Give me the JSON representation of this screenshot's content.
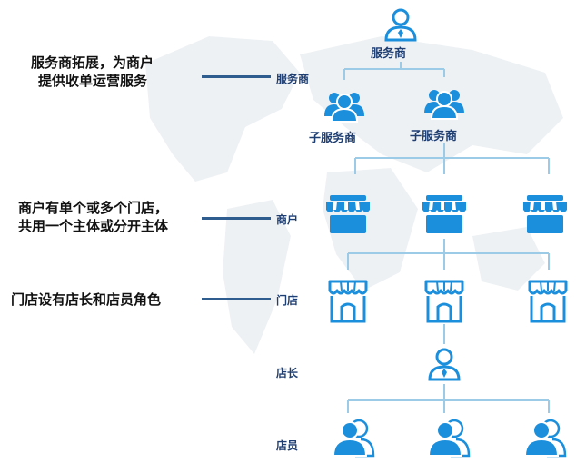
{
  "descriptions": {
    "service_provider": [
      "服务商拓展，为商户",
      "提供收单运营服务"
    ],
    "merchant": [
      "商户有单个或多个门店，",
      "共用一个主体或分开主体"
    ],
    "store": [
      "门店设有店长和店员角色"
    ]
  },
  "levels": {
    "service_provider": "服务商",
    "merchant": "商户",
    "store": "门店",
    "store_manager": "店长",
    "clerk": "店员"
  },
  "nodes": {
    "top": "服务商",
    "sub_left": "子服务商",
    "sub_right": "子服务商"
  },
  "colors": {
    "icon": "#1c8fdc",
    "connector": "#9ccbe8",
    "dash": "#2f5d8f",
    "map": "#eef1f4"
  }
}
